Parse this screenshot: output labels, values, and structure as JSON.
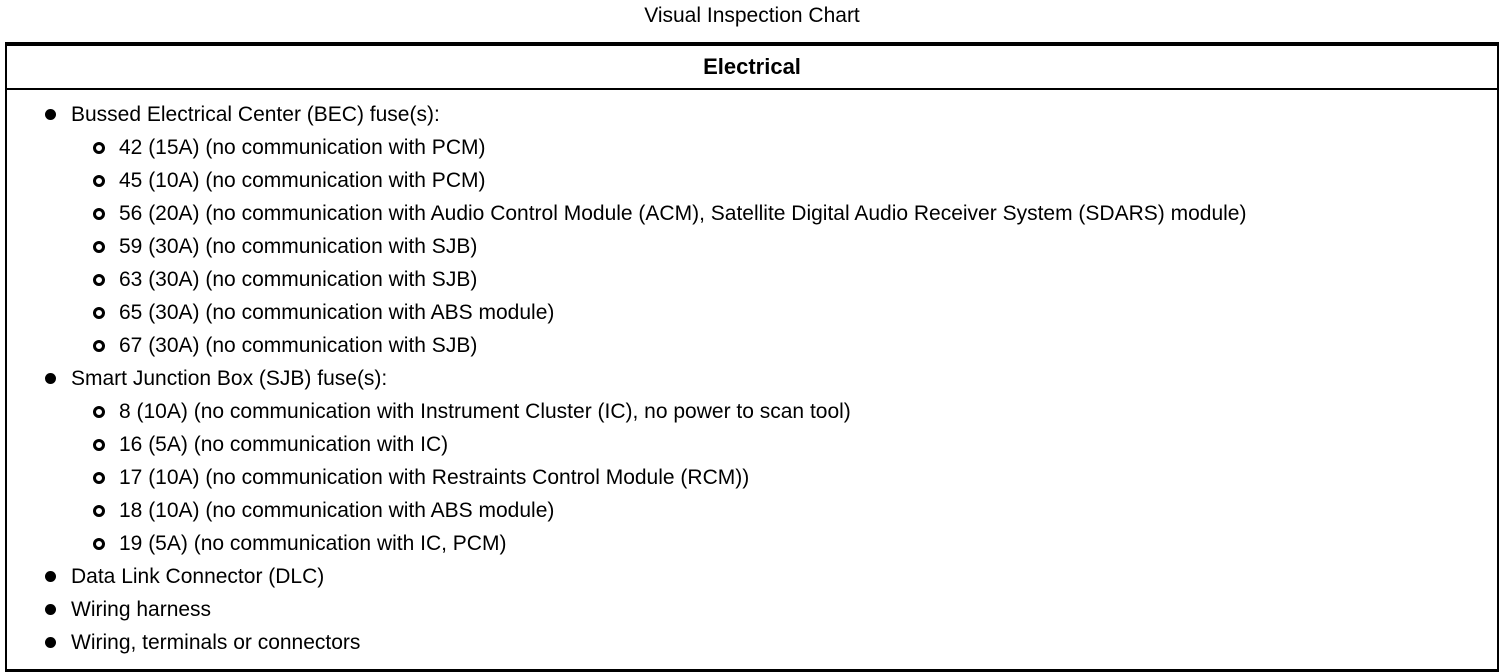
{
  "page_title": "Visual Inspection Chart",
  "table": {
    "header": "Electrical",
    "items": [
      {
        "label": "Bussed Electrical Center (BEC) fuse(s):",
        "sub_items": [
          "42 (15A) (no communication with PCM)",
          "45 (10A) (no communication with PCM)",
          "56 (20A) (no communication with Audio Control Module (ACM), Satellite Digital Audio Receiver System (SDARS) module)",
          "59 (30A) (no communication with SJB)",
          "63 (30A) (no communication with SJB)",
          "65 (30A) (no communication with ABS module)",
          "67 (30A) (no communication with SJB)"
        ]
      },
      {
        "label": "Smart Junction Box (SJB) fuse(s):",
        "sub_items": [
          "8 (10A) (no communication with Instrument Cluster (IC), no power to scan tool)",
          "16 (5A) (no communication with IC)",
          "17 (10A) (no communication with Restraints Control Module (RCM))",
          "18 (10A) (no communication with ABS module)",
          "19 (5A) (no communication with IC, PCM)"
        ]
      },
      {
        "label": "Data Link Connector (DLC)",
        "sub_items": []
      },
      {
        "label": "Wiring harness",
        "sub_items": []
      },
      {
        "label": "Wiring, terminals or connectors",
        "sub_items": []
      }
    ]
  },
  "icons": {
    "level1_bullet": "filled-circle-bullet",
    "level2_bullet": "open-circle-bullet"
  },
  "colors": {
    "text": "#000000",
    "background": "#ffffff",
    "border": "#000000"
  }
}
